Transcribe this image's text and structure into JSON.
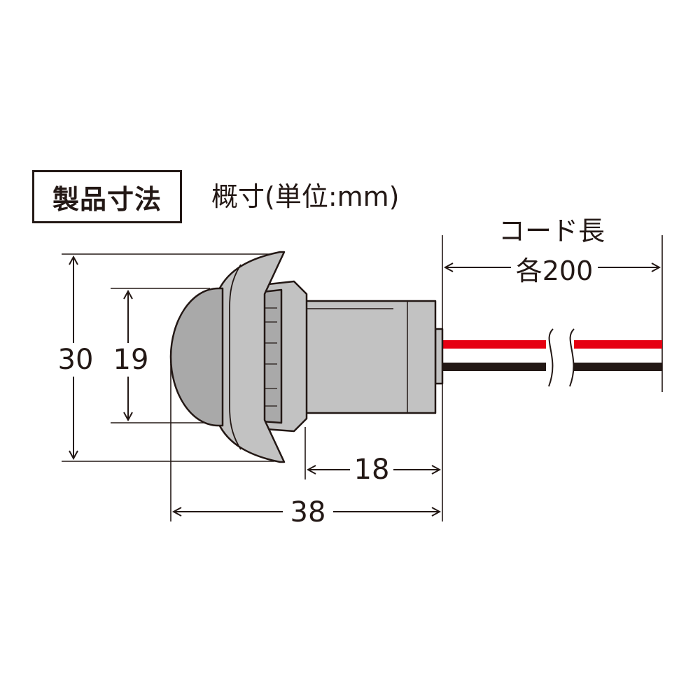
{
  "title": "製品寸法",
  "note": "概寸(単位:mm)",
  "cord": {
    "label": "コード長",
    "value": "各200"
  },
  "dimensions": {
    "outer_diameter": "30",
    "lens_diameter": "19",
    "body_length": "18",
    "total_length": "38"
  },
  "colors": {
    "line": "#231815",
    "body": "#c2c2c2",
    "body_dark": "#a9a9a9",
    "wire_red": "#e60012",
    "wire_black": "#231815"
  }
}
